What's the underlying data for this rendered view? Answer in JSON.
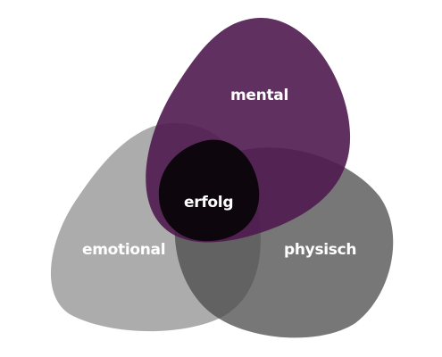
{
  "diagram": {
    "sets": [
      {
        "id": "emotional",
        "label": "emotional",
        "color": "#9d9d9d"
      },
      {
        "id": "mental",
        "label": "mental",
        "color": "#4f1a4f"
      },
      {
        "id": "physisch",
        "label": "physisch",
        "color": "#4a4a4a"
      }
    ],
    "intersection": {
      "label": "erfolg",
      "color": "#0d070d"
    }
  }
}
